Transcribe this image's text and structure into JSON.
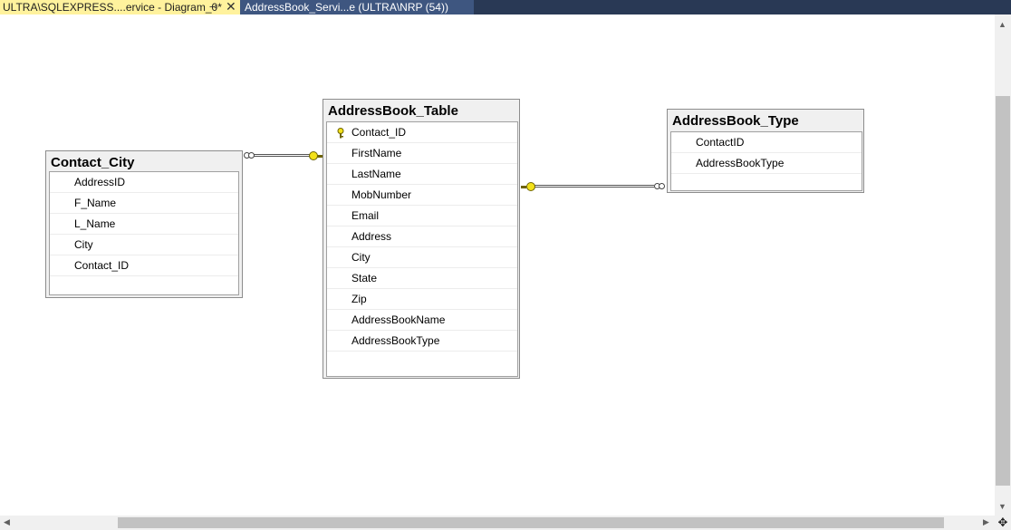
{
  "tabs": [
    {
      "title": "ULTRA\\SQLEXPRESS....ervice - Diagram_0*",
      "pin": "⊸",
      "close": "✕"
    },
    {
      "title": "AddressBook_Servi...e (ULTRA\\NRP (54))"
    }
  ],
  "tables": {
    "contact_city": {
      "name": "Contact_City",
      "columns": [
        "AddressID",
        "F_Name",
        "L_Name",
        "City",
        "Contact_ID"
      ]
    },
    "addressbook_table": {
      "name": "AddressBook_Table",
      "columns": [
        "Contact_ID",
        "FirstName",
        "LastName",
        "MobNumber",
        "Email",
        "Address",
        "City",
        "State",
        "Zip",
        "AddressBookName",
        "AddressBookType"
      ],
      "primary_key": "Contact_ID"
    },
    "addressbook_type": {
      "name": "AddressBook_Type",
      "columns": [
        "ContactID",
        "AddressBookType"
      ]
    }
  },
  "icons": {
    "key": "primary-key-icon",
    "scroll_up": "▲",
    "scroll_down": "▼",
    "scroll_left": "◀",
    "scroll_right": "▶",
    "pan": "✥"
  },
  "colors": {
    "tab_active_bg": "#fff29d",
    "tab_strip_bg": "#293955",
    "key_yellow": "#f3e11a"
  }
}
